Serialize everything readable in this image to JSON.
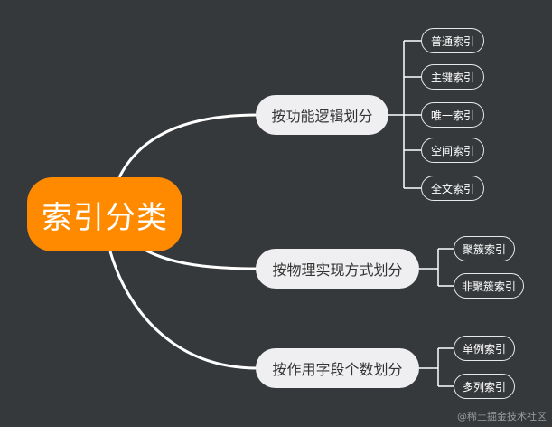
{
  "root": {
    "label": "索引分类"
  },
  "branches": [
    {
      "label": "按功能逻辑划分",
      "leaves": [
        "普通索引",
        "主键索引",
        "唯一索引",
        "空间索引",
        "全文索引"
      ]
    },
    {
      "label": "按物理实现方式划分",
      "leaves": [
        "聚簇索引",
        "非聚簇索引"
      ]
    },
    {
      "label": "按作用字段个数划分",
      "leaves": [
        "单例索引",
        "多列索引"
      ]
    }
  ],
  "watermark": "@稀土掘金技术社区",
  "colors": {
    "background": "#36393c",
    "root": "#ff8a00",
    "branch": "#efeff1",
    "connector": "#ffffff"
  }
}
